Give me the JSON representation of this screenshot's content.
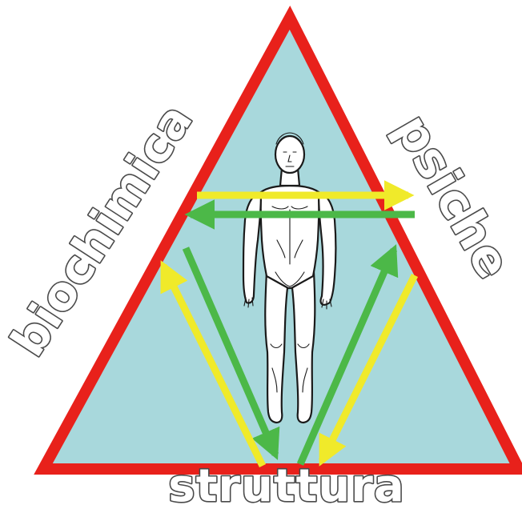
{
  "labels": {
    "left": "biochimica",
    "right": "psiche",
    "bottom": "struttura"
  },
  "colors": {
    "triangle_fill": "#a8d8dc",
    "triangle_border": "#e8211b",
    "arrow_yellow": "#f0ea2a",
    "arrow_green": "#4cb848",
    "label_outline": "#4a4a4a"
  },
  "figure": "human-body-front-view"
}
